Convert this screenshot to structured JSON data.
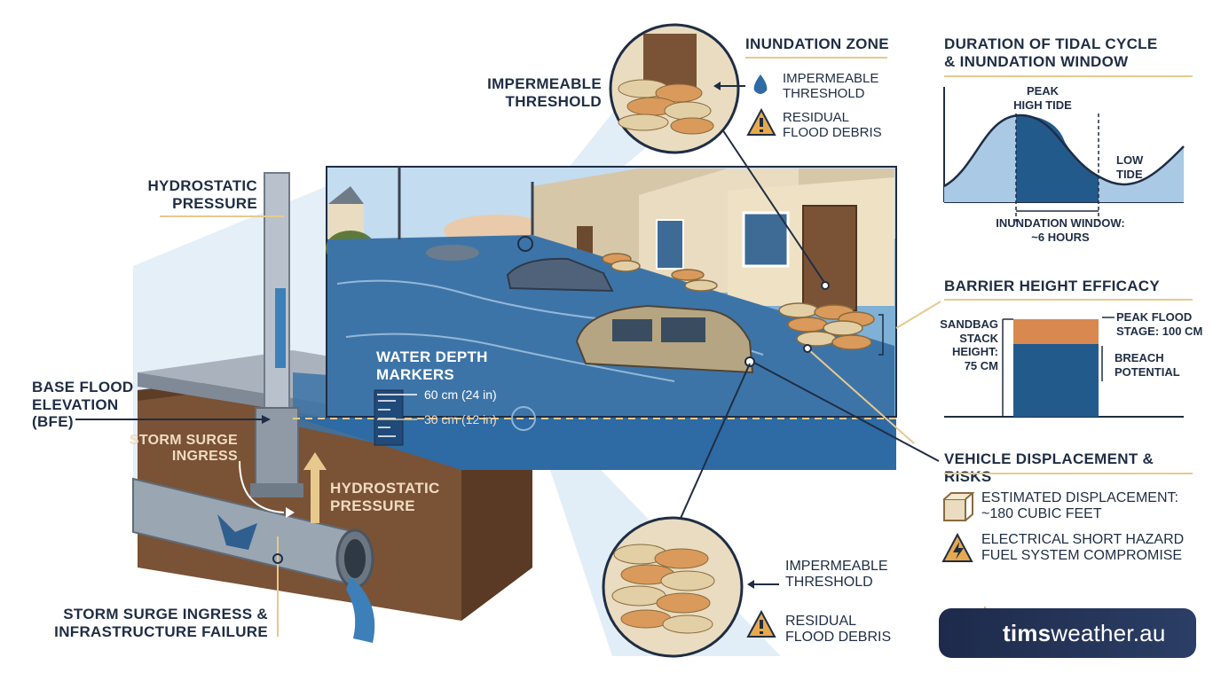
{
  "labels": {
    "hydrostatic_top": "HYDROSTATIC\nPRESSURE",
    "impermeable_threshold_top": "IMPERMEABLE\nTHRESHOLD",
    "base_flood": "BASE FLOOD\nELEVATION\n(BFE)",
    "storm_surge_ingress": "STORM SURGE\nINGRESS",
    "hydrostatic_bottom": "HYDROSTATIC\nPRESSURE",
    "storm_surge_failure": "STORM SURGE INGRESS &\nINFRASTRUCTURE FAILURE",
    "water_depth_title": "WATER DEPTH\nMARKERS",
    "depth_60": "60 cm (24 in)",
    "depth_30": "30 cm (12 in)"
  },
  "inundation_zone": {
    "title": "INUNDATION ZONE",
    "item1": "IMPERMEABLE\nTHRESHOLD",
    "item2": "RESIDUAL\nFLOOD DEBRIS"
  },
  "bottom_callout": {
    "item1": "IMPERMEABLE\nTHRESHOLD",
    "item2": "RESIDUAL\nFLOOD DEBRIS"
  },
  "tidal": {
    "title": "DURATION OF TIDAL CYCLE\n& INUNDATION WINDOW",
    "peak": "PEAK\nHIGH TIDE",
    "low": "LOW\nTIDE",
    "window": "INUNDATION WINDOW:\n~6 HOURS"
  },
  "barrier": {
    "title": "BARRIER HEIGHT EFFICACY",
    "sandbag": "SANDBAG\nSTACK\nHEIGHT:\n75 cm",
    "peak": "PEAK FLOOD\nSTAGE: 100 cm",
    "breach": "BREACH\nPOTENTIAL",
    "sandbag_cm": 75,
    "peak_cm": 100
  },
  "vehicle": {
    "title": "VEHICLE DISPLACEMENT & RISKS",
    "displacement": "ESTIMATED DISPLACEMENT:\n~180 CUBIC FEET",
    "hazard": "ELECTRICAL SHORT HAZARD\nFUEL SYSTEM COMPROMISE"
  },
  "logo": {
    "bold": "tims",
    "rest": "weather.au"
  },
  "colors": {
    "navy": "#1f2d44",
    "water": "#3d74a8",
    "deep_water": "#235a8c",
    "soil": "#7a5236",
    "accent": "#e7c98e",
    "orange": "#d9894f",
    "light_blue": "#a9c9e4"
  }
}
